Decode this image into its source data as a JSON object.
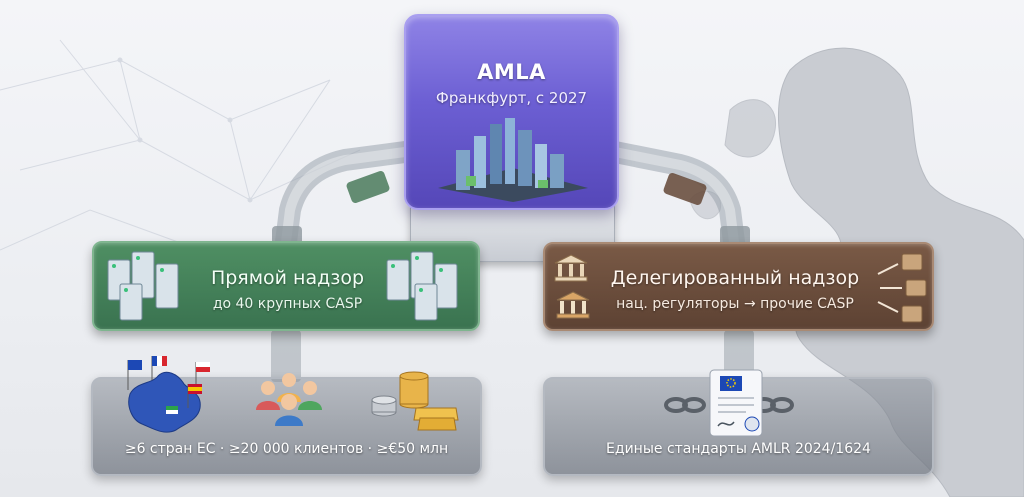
{
  "amla": {
    "title": "AMLA",
    "subtitle": "Франкфурт, с 2027"
  },
  "direct": {
    "title": "Прямой надзор",
    "subtitle": "до 40 крупных CASP",
    "color": "#3f7a55",
    "icons": [
      "server-rack-icon",
      "server-rack-icon"
    ]
  },
  "delegated": {
    "title": "Делегированный надзор",
    "subtitle": "нац. регуляторы → прочие CASP",
    "color": "#654a39",
    "icons": [
      "bank-building-icon",
      "bank-building-icon",
      "parcel-box-icon"
    ]
  },
  "criteria": {
    "caption": "≥6 стран ЕС · ≥20 000 клиентов · ≥€50 млн",
    "icons": [
      "eu-map-flags-icon",
      "people-group-icon",
      "coins-gold-bars-icon"
    ]
  },
  "standards": {
    "caption": "Единые стандарты AMLR 2024/1624",
    "icons": [
      "chain-link-icon",
      "eu-certificate-document-icon"
    ]
  }
}
